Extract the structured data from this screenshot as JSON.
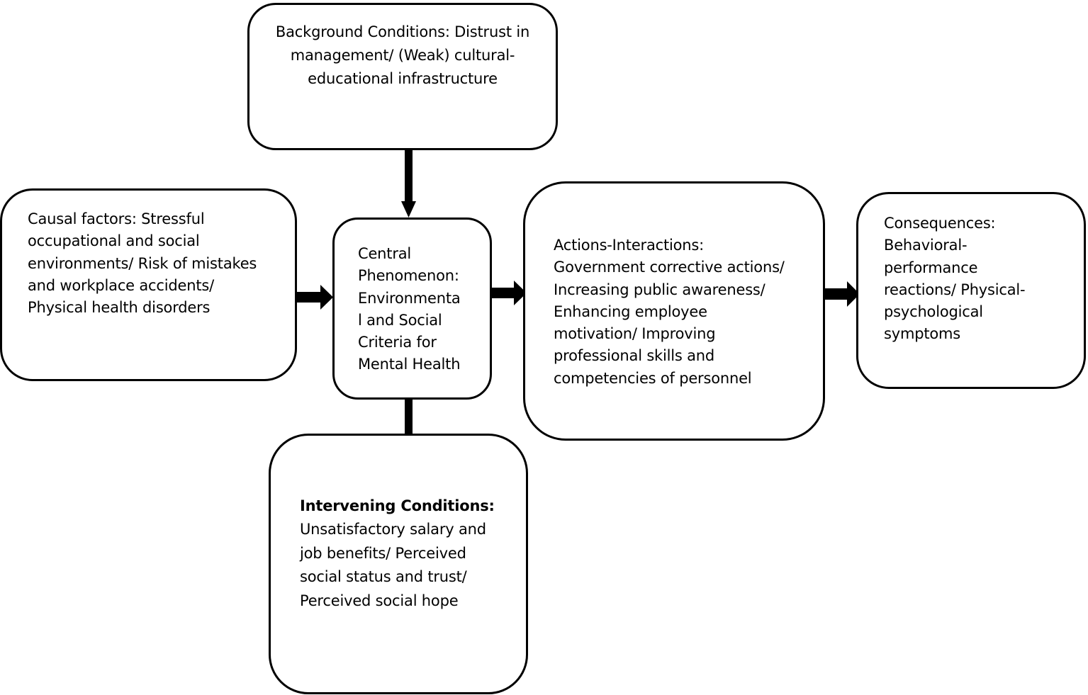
{
  "background": {
    "text": "Background Conditions: Distrust in\nmanagement/ (Weak) cultural-\neducational infrastructure"
  },
  "causal": {
    "text": "Causal factors: Stressful\noccupational and social\nenvironments/ Risk of mistakes\nand workplace accidents/\nPhysical health disorders"
  },
  "central": {
    "text": "Central\nPhenomenon:\nEnvironmenta\nl and Social\nCriteria for\nMental Health"
  },
  "actions": {
    "text": "Actions-Interactions:\nGovernment corrective actions/\nIncreasing public awareness/\nEnhancing employee\nmotivation/ Improving\nprofessional skills and\ncompetencies of personnel"
  },
  "consequences": {
    "text": "Consequences:\nBehavioral-\nperformance\nreactions/ Physical-\npsychological\nsymptoms"
  },
  "intervening": {
    "title": "Intervening Conditions:",
    "text": "Unsatisfactory salary and\njob benefits/ Perceived\nsocial status and trust/\nPerceived social hope"
  },
  "colors": {
    "stroke": "#000000",
    "fill": "#ffffff"
  }
}
